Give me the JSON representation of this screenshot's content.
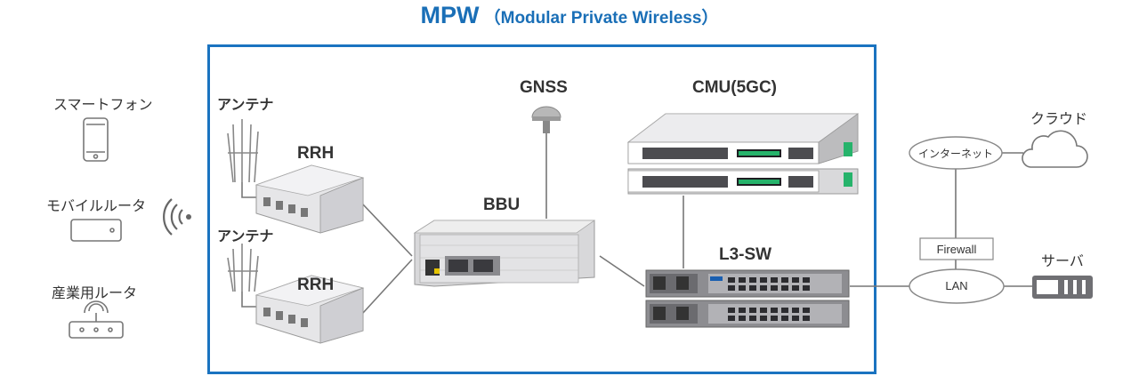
{
  "title": {
    "main": "MPW",
    "sub": "（Modular Private Wireless）"
  },
  "devices": {
    "smartphone": "スマートフォン",
    "mobile_router": "モバイルルータ",
    "industrial_router": "産業用ルータ"
  },
  "components": {
    "antenna_top": "アンテナ",
    "antenna_bottom": "アンテナ",
    "rrh_top": "RRH",
    "rrh_bottom": "RRH",
    "gnss": "GNSS",
    "bbu": "BBU",
    "cmu": "CMU(5GC)",
    "l3sw": "L3-SW"
  },
  "network": {
    "cloud": "クラウド",
    "internet": "インターネット",
    "firewall": "Firewall",
    "lan": "LAN",
    "server": "サーバ"
  },
  "colors": {
    "accent": "#1a73c0",
    "line": "#777777",
    "device_gray": "#dcdcdc",
    "led_green": "#26b36b"
  }
}
